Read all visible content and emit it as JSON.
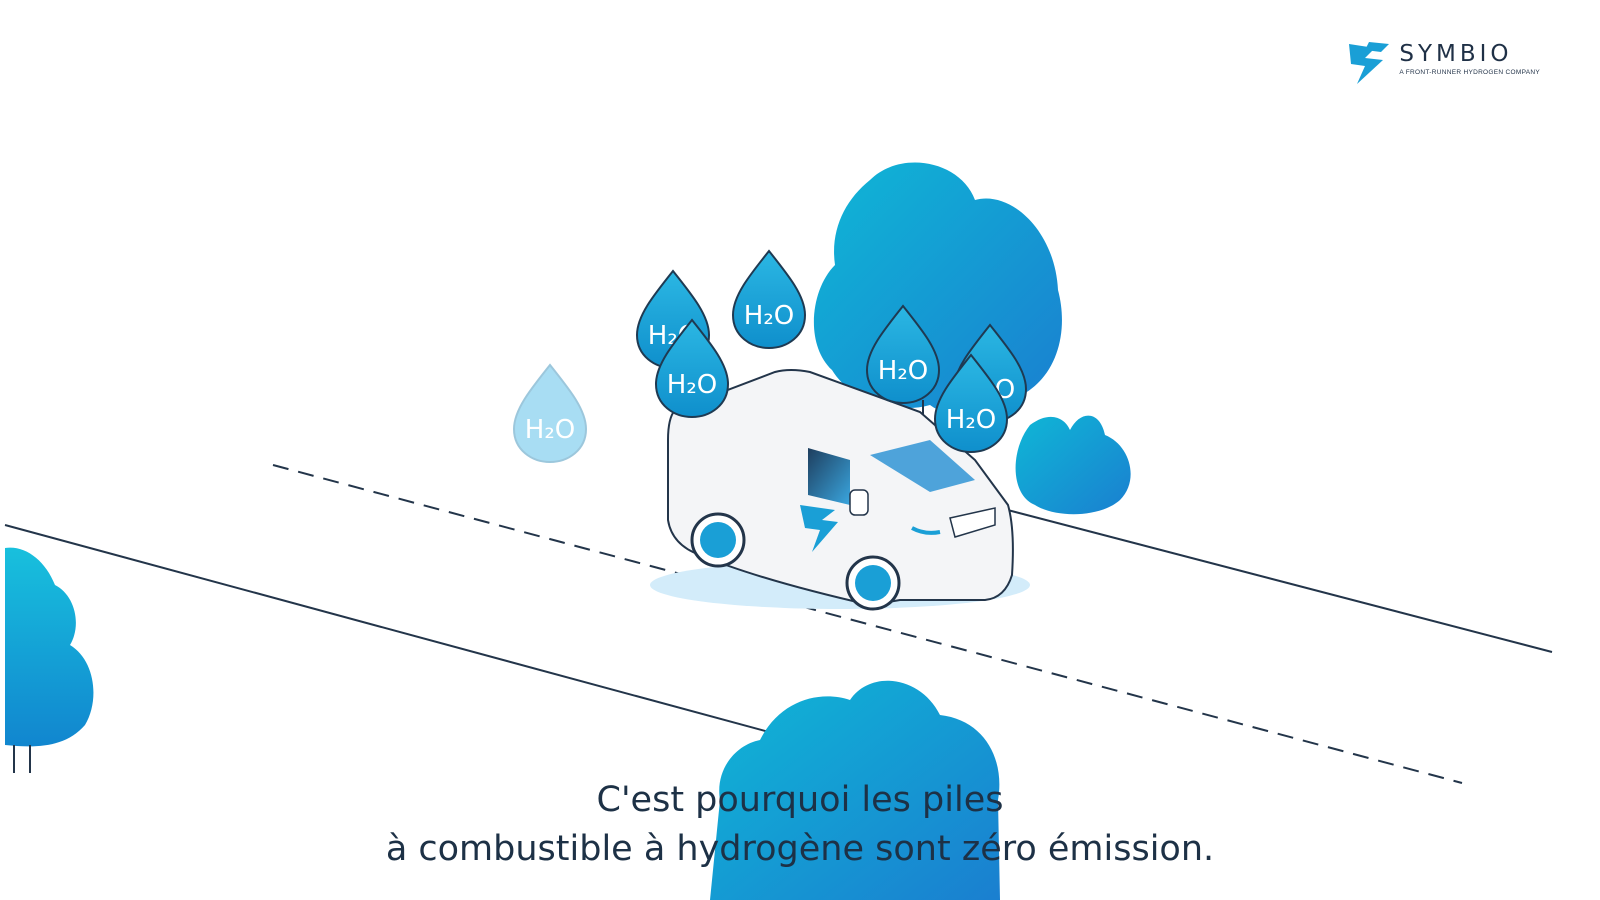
{
  "brand": {
    "name": "SYMBIO",
    "tagline": "A FRONT-RUNNER HYDROGEN COMPANY",
    "accent_color": "#1a9fd6",
    "dark_color": "#1f3046"
  },
  "scene": {
    "vehicle": "hydrogen-van",
    "water_drop_label": "H₂O",
    "tree_color": "#1fb0d8"
  },
  "subtitle": {
    "line1": "C'est pourquoi les piles",
    "line2": "à combustible à hydrogène sont zéro émission."
  }
}
